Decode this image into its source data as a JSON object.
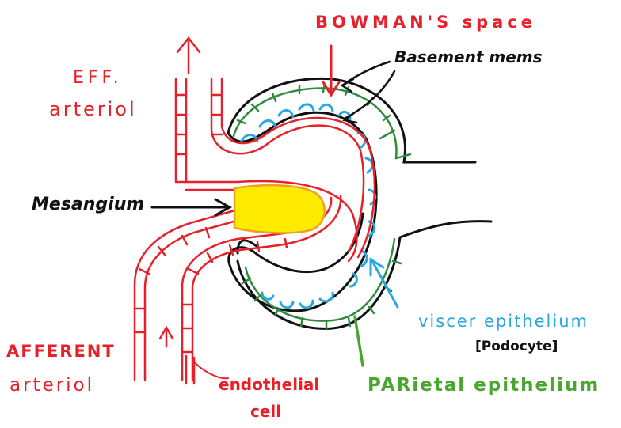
{
  "labels": {
    "bowmans_space": "BOWMAN'S space",
    "basement_membrane": "Basement mems",
    "efferent_line1": "EFF.",
    "efferent_line2": "arteriol",
    "mesangium": "Mesangium",
    "afferent_line1": "AFFERENT",
    "afferent_line2": "arteriol",
    "endothelial_line1": "endothelial",
    "endothelial_line2": "cell",
    "visceral_line1": "viscer epithelium",
    "visceral_line2": "[Podocyte]",
    "parietal": "PARietal epithelium"
  },
  "colors": {
    "vessel": "#e8202a",
    "membrane": "#111111",
    "podocyte": "#29a8e0",
    "parietal": "#2e8b3e",
    "mesangium_fill": "#ffeb00",
    "mesangium_edge": "#f0a020"
  }
}
